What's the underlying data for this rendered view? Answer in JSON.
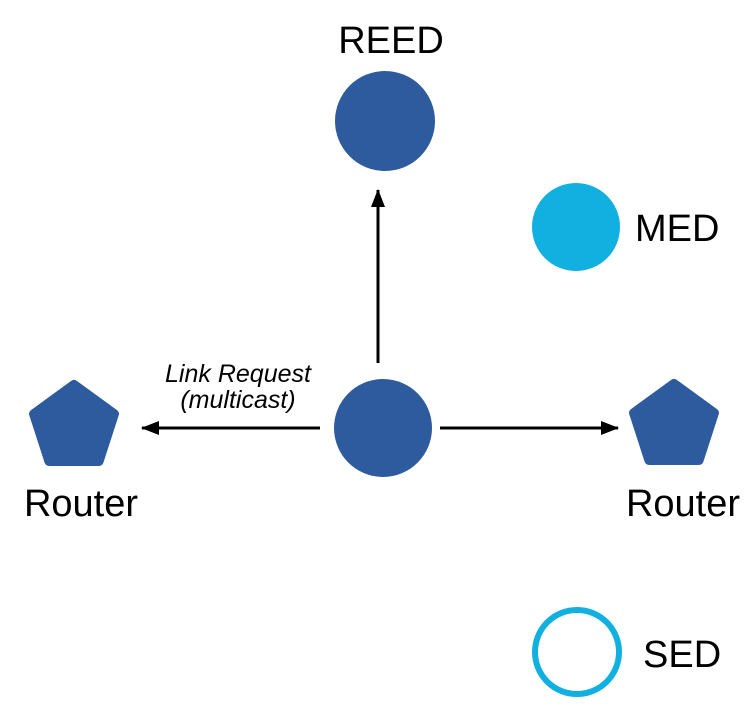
{
  "diagram": {
    "type": "thread-network-topology",
    "nodes": {
      "reed": {
        "label": "REED",
        "shape": "circle",
        "fill": "#2d5b9e"
      },
      "center": {
        "label": "",
        "shape": "circle",
        "fill": "#2d5b9e"
      },
      "med": {
        "label": "MED",
        "shape": "circle",
        "fill": "#12b0e1"
      },
      "sed": {
        "label": "SED",
        "shape": "circle-outline",
        "stroke": "#12b0e1"
      },
      "router_left": {
        "label": "Router",
        "shape": "pentagon",
        "fill": "#2d5b9e"
      },
      "router_right": {
        "label": "Router",
        "shape": "pentagon",
        "fill": "#2d5b9e"
      }
    },
    "annotation": {
      "line1": "Link Request",
      "line2": "(multicast)"
    },
    "arrows": {
      "color": "#000000",
      "directions": [
        "up",
        "left",
        "right"
      ]
    }
  }
}
